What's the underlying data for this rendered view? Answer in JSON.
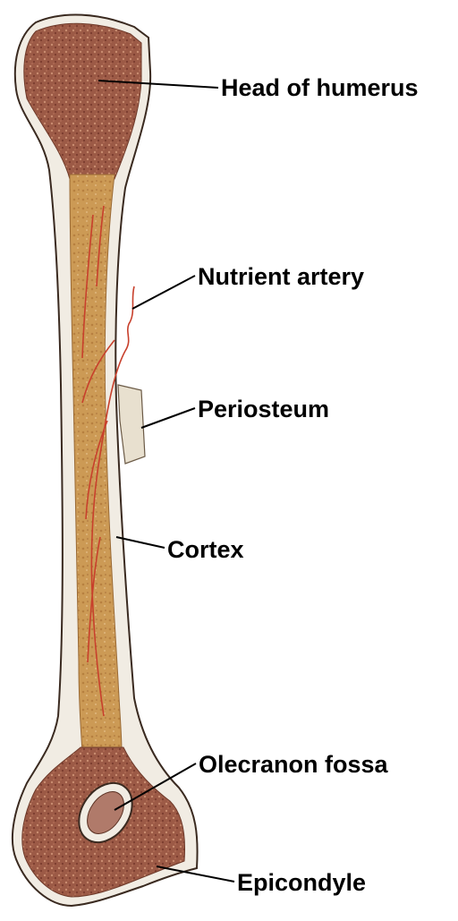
{
  "labels": {
    "head_of_humerus": "Head of humerus",
    "nutrient_artery": "Nutrient artery",
    "periosteum": "Periosteum",
    "cortex": "Cortex",
    "olecranon_fossa": "Olecranon fossa",
    "epicondyle": "Epicondyle"
  },
  "colors": {
    "outline": "#3a2a20",
    "cortex": "#f1ece3",
    "spongy_bone": "#9c5a46",
    "marrow": "#cc9a55",
    "artery": "#c8402c",
    "periosteum": "#e8e0cf",
    "leader_line": "#000000"
  }
}
